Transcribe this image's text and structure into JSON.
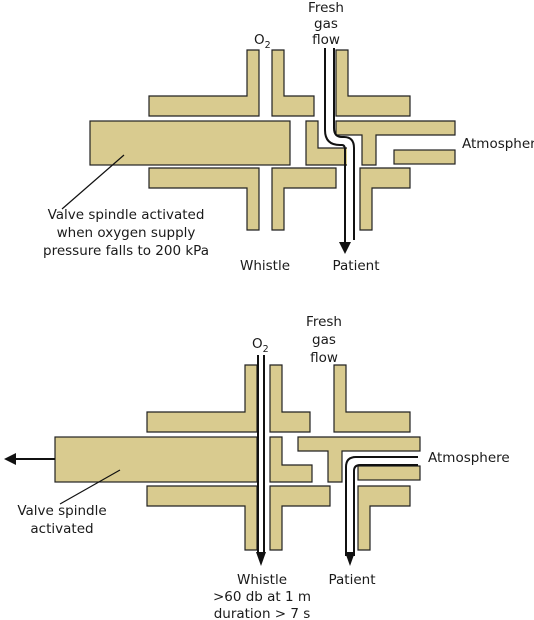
{
  "diagram_top": {
    "o2": "O",
    "o2_sub": "2",
    "fresh_gas_flow": [
      "Fresh",
      "gas",
      "flow"
    ],
    "atmosphere": "Atmosphere",
    "spindle_note": [
      "Valve spindle activated",
      "when oxygen supply",
      "pressure falls to 200 kPa"
    ],
    "whistle": "Whistle",
    "patient": "Patient"
  },
  "diagram_bottom": {
    "o2": "O",
    "o2_sub": "2",
    "fresh_gas_flow": [
      "Fresh",
      "gas",
      "flow"
    ],
    "atmosphere": "Atmosphere",
    "spindle_note": [
      "Valve spindle",
      "activated"
    ],
    "whistle": [
      "Whistle",
      ">60 db at 1 m",
      "duration > 7 s"
    ],
    "patient": "Patient"
  },
  "colors": {
    "block_fill": "#d9cb8f",
    "outline": "#222222",
    "arrow": "#111111"
  }
}
